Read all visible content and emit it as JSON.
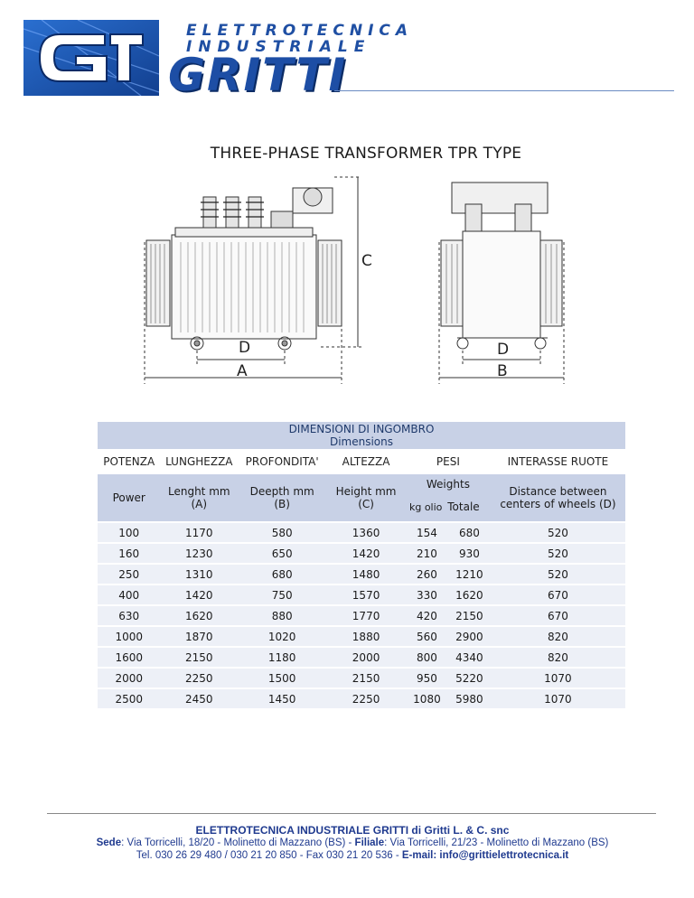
{
  "header": {
    "company_line1": "ELETTROTECNICA",
    "company_line2": "INDUSTRIALE",
    "brand": "GRITTI",
    "brand_color": "#1d4ea5"
  },
  "title": "THREE-PHASE TRANSFORMER TPR TYPE",
  "drawing_labels": {
    "a": "A",
    "b": "B",
    "c": "C",
    "d_front": "D",
    "d_side": "D"
  },
  "table": {
    "heading": "DIMENSIONI DI INGOMBRO",
    "subheading": "Dimensions",
    "columns_it": [
      "POTENZA",
      "LUNGHEZZA",
      "PROFONDITA'",
      "ALTEZZA",
      "PESI",
      "INTERASSE RUOTE"
    ],
    "columns_en": [
      "Power",
      "Lenght mm\n(A)",
      "Deepth mm\n(B)",
      "Height mm\n(C)",
      "Weights",
      "Distance between centers of wheels (D)"
    ],
    "weights_sub": [
      "kg olio",
      "Totale"
    ],
    "rows": [
      [
        "100",
        "1170",
        "580",
        "1360",
        "154",
        "680",
        "520"
      ],
      [
        "160",
        "1230",
        "650",
        "1420",
        "210",
        "930",
        "520"
      ],
      [
        "250",
        "1310",
        "680",
        "1480",
        "260",
        "1210",
        "520"
      ],
      [
        "400",
        "1420",
        "750",
        "1570",
        "330",
        "1620",
        "670"
      ],
      [
        "630",
        "1620",
        "880",
        "1770",
        "420",
        "2150",
        "670"
      ],
      [
        "1000",
        "1870",
        "1020",
        "1880",
        "560",
        "2900",
        "820"
      ],
      [
        "1600",
        "2150",
        "1180",
        "2000",
        "800",
        "4340",
        "820"
      ],
      [
        "2000",
        "2250",
        "1500",
        "2150",
        "950",
        "5220",
        "1070"
      ],
      [
        "2500",
        "2450",
        "1450",
        "2250",
        "1080",
        "5980",
        "1070"
      ]
    ]
  },
  "footer": {
    "company": "ELETTROTECNICA INDUSTRIALE GRITTI di Gritti L. & C. snc",
    "sede_label": "Sede",
    "sede": ": Via Torricelli, 18/20 - Molinetto di Mazzano (BS) - ",
    "filiale_label": "Filiale",
    "filiale": ": Via Torricelli, 21/23 - Molinetto di Mazzano (BS)",
    "contacts": "Tel. 030 26 29 480 / 030 21 20 850 - Fax 030 21 20 536 - ",
    "email": "E-mail: info@grittielettrotecnica.it"
  }
}
